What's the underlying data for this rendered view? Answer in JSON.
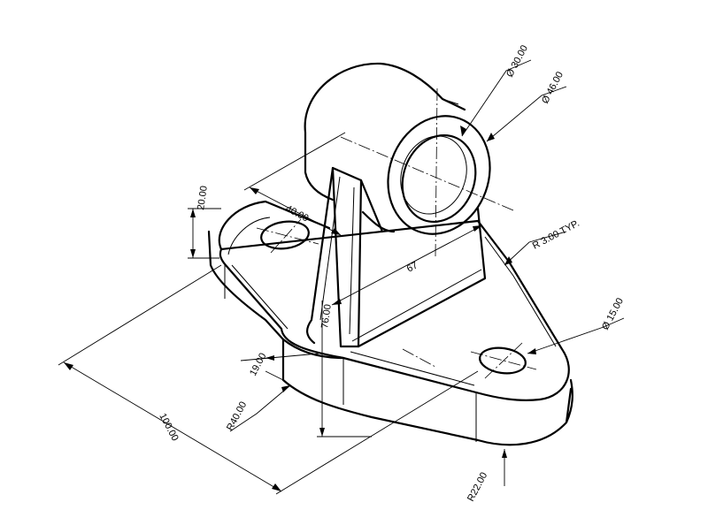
{
  "dimensions": {
    "hole_large": "Ø 30.00",
    "hole_outer": "Ø 46.00",
    "fillet": "R 3.00  TYP.",
    "hole_small": "Ø 15.00",
    "base_thickness": "20.00",
    "hole_spacing": "40.00",
    "rib_length": "67",
    "height": "76.00",
    "offset": "19.00",
    "radius_left": "R40.00",
    "length": "100.00",
    "radius_right": "R22.00"
  },
  "colors": {
    "line": "#000000",
    "background": "#ffffff"
  }
}
